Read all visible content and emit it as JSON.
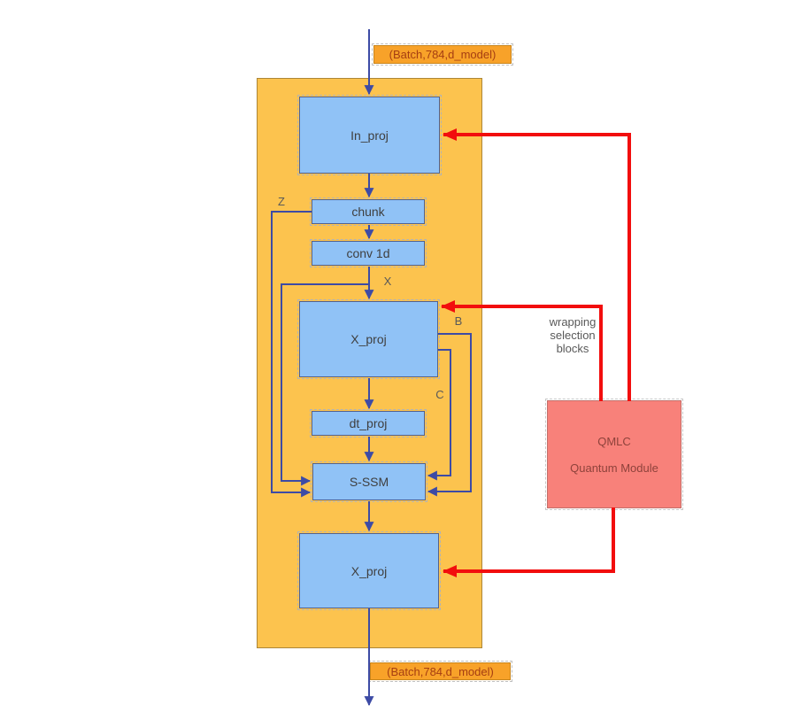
{
  "colors": {
    "container_fill": "#FCC34E",
    "container_border": "#AD8637",
    "node_fill": "#90C2F6",
    "node_border": "#53628E",
    "node_text": "#3F3F3F",
    "io_label_fill": "#F8A229",
    "io_label_border": "#C9851B",
    "io_label_text": "#A63E12",
    "arrow_blue": "#3D4BA5",
    "arrow_red": "#F20D0D",
    "qmlc_fill": "#F8817A",
    "qmlc_border": "#C4706B",
    "qmlc_text": "#8E423B",
    "edge_label_text": "#595959"
  },
  "diagram": {
    "input_shape_label": "(Batch,784,d_model)",
    "output_shape_label": "(Batch,784,d_model)",
    "nodes": {
      "in_proj": {
        "label": "In_proj"
      },
      "chunk": {
        "label": "chunk"
      },
      "conv1d": {
        "label": "conv 1d"
      },
      "x_proj_top": {
        "label": "X_proj"
      },
      "dt_proj": {
        "label": "dt_proj"
      },
      "s_ssm": {
        "label": "S-SSM"
      },
      "x_proj_bottom": {
        "label": "X_proj"
      }
    },
    "qmlc": {
      "title": "QMLC",
      "subtitle": "Quantum Module"
    },
    "edge_labels": {
      "z": "Z",
      "x": "X",
      "b": "B",
      "c": "C"
    },
    "annotation": "wrapping selection blocks"
  }
}
